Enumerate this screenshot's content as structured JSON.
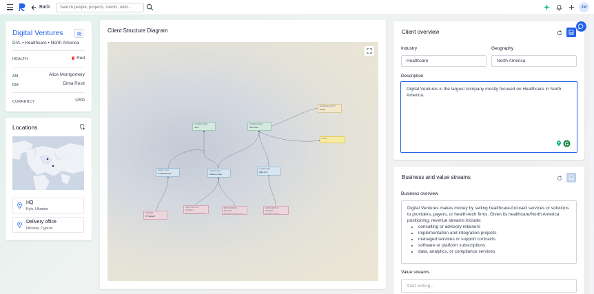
{
  "topbar": {
    "back_label": "Back",
    "search_placeholder": "Search people, projects, clients, units...",
    "avatar_initials": "JM"
  },
  "client": {
    "name": "Digital Ventures",
    "subtitle": "DVL • Healthcare • North America",
    "health_label": "HEALTH",
    "health_value": "Red",
    "health_color": "#ef4444",
    "am_label": "AM",
    "am_value": "Alice Montgomery",
    "dm_label": "DM",
    "dm_value": "Dima Resit",
    "currency_label": "CURRENCY",
    "currency_value": "USD"
  },
  "locations": {
    "title": "Locations",
    "items": [
      {
        "name": "HQ",
        "address": "Kyiv, Ukraine"
      },
      {
        "name": "Delivery office",
        "address": "Nicosia, Cyprus"
      }
    ]
  },
  "diagram": {
    "title": "Client Structure Diagram"
  },
  "overview": {
    "title": "Client overview",
    "industry_label": "Industry",
    "industry_value": "Healthcare",
    "geography_label": "Geography",
    "geography_value": "North America",
    "description_label": "Description",
    "description_value": "Digital Ventures is the largest company mostly focused on Healthcare in North America."
  },
  "business": {
    "title": "Business and value streams",
    "overview_label": "Business overview",
    "overview_intro": "Digital Ventures makes money by selling healthcare-focused services or solutions to providers, payers, or health-tech firms. Given its healthcare/North America positioning, revenue streams include:",
    "streams": [
      "consulting or advisory retainers",
      "implementation and integration projects",
      "managed services or support contracts",
      "software or platform subscriptions",
      "data, analytics, or compliance services"
    ],
    "value_streams_label": "Value streams",
    "value_streams_placeholder": "Start writing..."
  },
  "colors": {
    "accent": "#2563eb",
    "brand": "#1d4ed8"
  }
}
